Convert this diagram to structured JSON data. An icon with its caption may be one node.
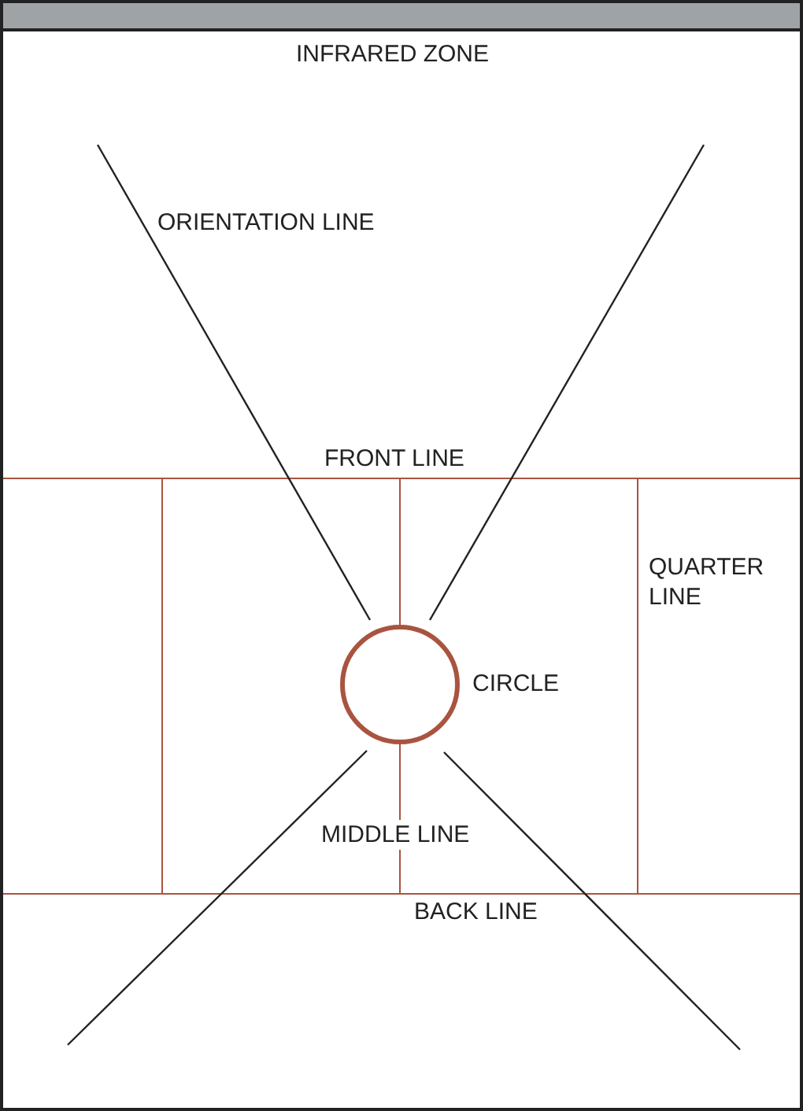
{
  "diagram": {
    "nodes": [
      {
        "text": [],
        "shape": "circle",
        "beside": [
          "CIRCLE"
        ]
      }
    ],
    "labels": [
      "INFRARED ZONE",
      "ORIENTATION LINE",
      "FRONT LINE",
      "QUARTER LINE",
      "MIDDLE LINE",
      "BACK LINE"
    ]
  }
}
